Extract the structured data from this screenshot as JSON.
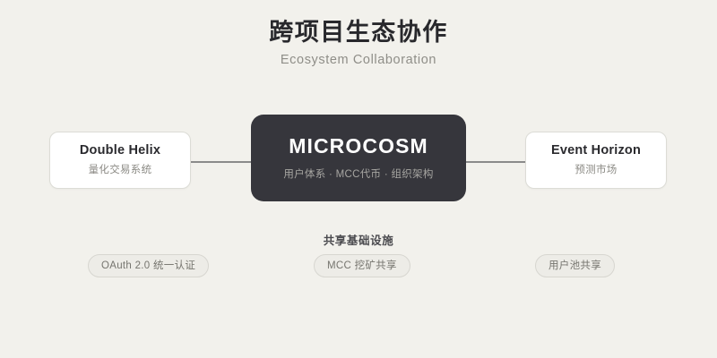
{
  "header": {
    "title_cn": "跨项目生态协作",
    "title_en": "Ecosystem Collaboration"
  },
  "diagram": {
    "hub": {
      "title": "MICROCOSM",
      "subtitle": "用户体系 · MCC代币 · 组织架构",
      "bg_color": "#36363c",
      "title_color": "#ffffff",
      "subtitle_color": "#a7a6a2"
    },
    "nodes": [
      {
        "position": "left",
        "title": "Double Helix",
        "subtitle": "量化交易系统"
      },
      {
        "position": "right",
        "title": "Event Horizon",
        "subtitle": "预测市场"
      }
    ],
    "connector_color": "#8b8b8b"
  },
  "shared": {
    "heading": "共享基础设施",
    "pills": [
      {
        "label": "OAuth 2.0 统一认证"
      },
      {
        "label": "MCC 挖矿共享"
      },
      {
        "label": "用户池共享"
      }
    ]
  },
  "theme": {
    "background": "#f2f1ec",
    "card_background": "#ffffff",
    "card_border": "#dcdcd6",
    "text_primary": "#28282c",
    "text_muted": "#8f8e88"
  }
}
